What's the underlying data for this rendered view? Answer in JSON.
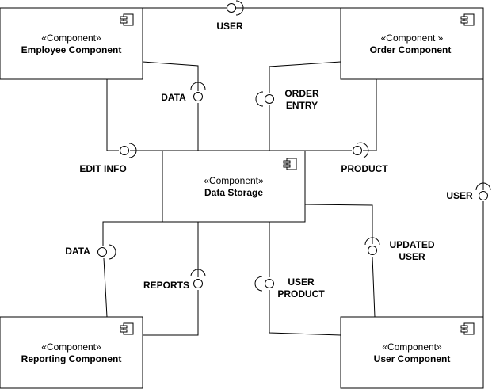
{
  "components": [
    {
      "id": "employee",
      "stereotype": "«Component»",
      "name": "Employee Component"
    },
    {
      "id": "order",
      "stereotype": "«Component »",
      "name": "Order Component"
    },
    {
      "id": "storage",
      "stereotype": "«Component»",
      "name": "Data Storage"
    },
    {
      "id": "reporting",
      "stereotype": "«Component»",
      "name": "Reporting Component"
    },
    {
      "id": "user",
      "stereotype": "«Component»",
      "name": "User Component"
    }
  ],
  "interfaces": {
    "user_top": "USER",
    "data_employee": "DATA",
    "order_entry_1": "ORDER",
    "order_entry_2": "ENTRY",
    "edit_info": "EDIT INFO",
    "product": "PRODUCT",
    "user_right": "USER",
    "data_reporting": "DATA",
    "reports": "REPORTS",
    "user_product_1": "USER",
    "user_product_2": "PRODUCT",
    "updated_user_1": "UPDATED",
    "updated_user_2": "USER"
  },
  "colors": {
    "stroke": "#000000",
    "fill": "#ffffff"
  }
}
